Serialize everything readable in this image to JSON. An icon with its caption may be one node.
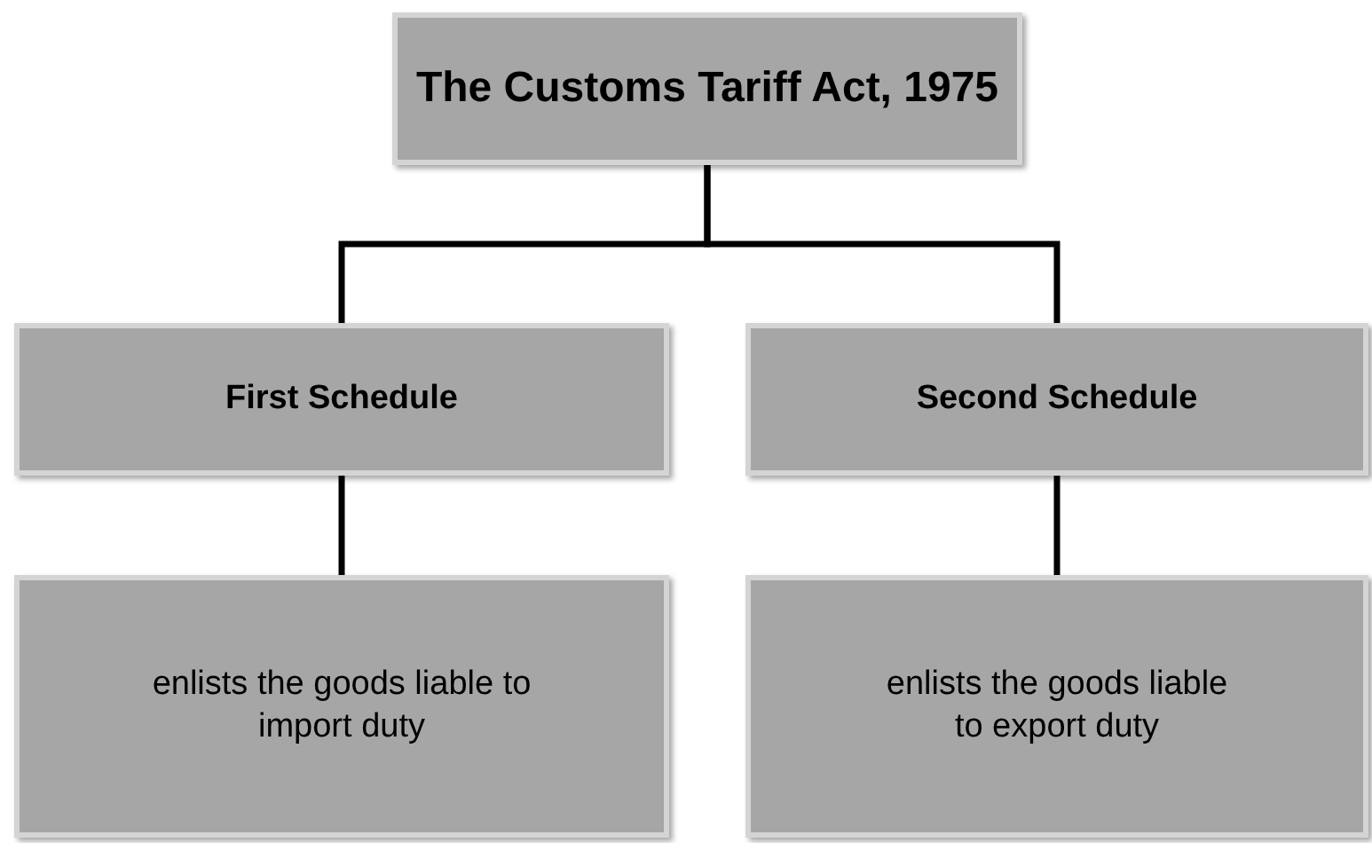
{
  "diagram": {
    "nodes": [
      {
        "text": [
          "The Customs Tariff Act, 1975"
        ]
      },
      {
        "text": [
          "First Schedule"
        ]
      },
      {
        "text": [
          "Second Schedule"
        ]
      },
      {
        "text": [
          "enlists the goods liable to import duty"
        ]
      },
      {
        "text": [
          "enlists the goods liable to export duty"
        ]
      }
    ],
    "edges": [
      {
        "from": 0,
        "to": 1,
        "arrow": "none"
      },
      {
        "from": 0,
        "to": 2,
        "arrow": "none"
      },
      {
        "from": 1,
        "to": 3,
        "arrow": "none"
      },
      {
        "from": 2,
        "to": 4,
        "arrow": "none"
      }
    ]
  }
}
